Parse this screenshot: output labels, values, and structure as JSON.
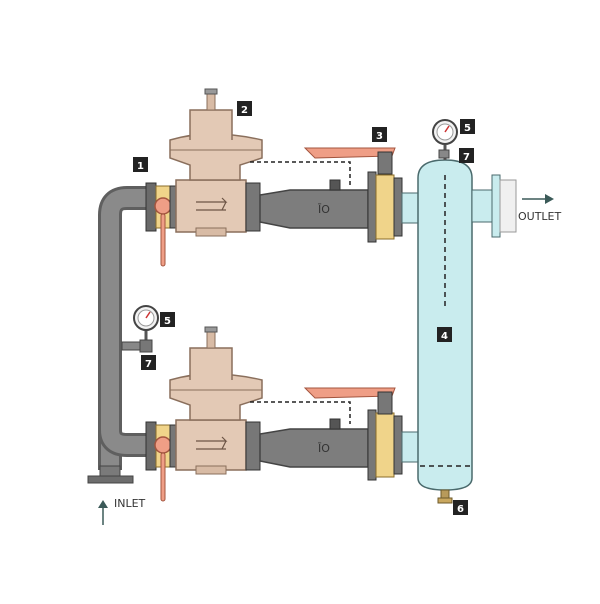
{
  "labels": {
    "inlet": "INLET",
    "outlet": "OUTLET",
    "gauge_arrow": "ĪO",
    "markers": [
      {
        "id": "1",
        "text": "1"
      },
      {
        "id": "2",
        "text": "2"
      },
      {
        "id": "3",
        "text": "3"
      },
      {
        "id": "4",
        "text": "4"
      },
      {
        "id": "5a",
        "text": "5"
      },
      {
        "id": "5b",
        "text": "5"
      },
      {
        "id": "6",
        "text": "6"
      },
      {
        "id": "7a",
        "text": "7"
      },
      {
        "id": "7b",
        "text": "7"
      }
    ]
  },
  "colors": {
    "pipe": "#7d7d7d",
    "pipe_dark": "#5a5a5a",
    "regulator": "#e3c9b5",
    "flange": "#f0d48a",
    "handle": "#ef9e86",
    "tank": "#c9ecee",
    "marker": "#222222",
    "arrow": "#3b5a58"
  }
}
